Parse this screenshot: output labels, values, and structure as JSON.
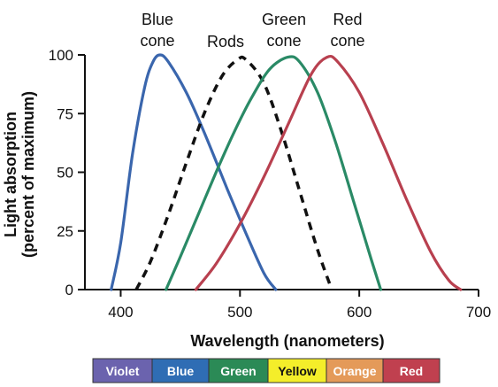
{
  "chart_data": {
    "type": "line",
    "xlabel": "Wavelength (nanometers)",
    "ylabel_line1": "Light absorption",
    "ylabel_line2": "(percent of maximum)",
    "xlim": [
      370,
      700
    ],
    "ylim": [
      0,
      100
    ],
    "xticks": [
      "400",
      "500",
      "600",
      "700"
    ],
    "yticks": [
      "0",
      "25",
      "50",
      "75",
      "100"
    ],
    "grid": false,
    "series": [
      {
        "name": "Blue cone",
        "color": "#3a66ad",
        "dash": false,
        "points": [
          [
            392,
            0
          ],
          [
            400,
            20
          ],
          [
            410,
            58
          ],
          [
            420,
            86
          ],
          [
            427,
            97
          ],
          [
            433,
            100
          ],
          [
            440,
            97
          ],
          [
            455,
            84
          ],
          [
            470,
            67
          ],
          [
            490,
            42
          ],
          [
            505,
            24
          ],
          [
            520,
            7
          ],
          [
            530,
            0
          ]
        ]
      },
      {
        "name": "Rods",
        "color": "#111111",
        "dash": true,
        "points": [
          [
            413,
            0
          ],
          [
            425,
            12
          ],
          [
            440,
            32
          ],
          [
            455,
            54
          ],
          [
            470,
            75
          ],
          [
            485,
            91
          ],
          [
            498,
            98
          ],
          [
            505,
            98
          ],
          [
            520,
            88
          ],
          [
            535,
            67
          ],
          [
            550,
            42
          ],
          [
            565,
            17
          ],
          [
            577,
            0
          ]
        ]
      },
      {
        "name": "Green cone",
        "color": "#2a8a66",
        "dash": false,
        "points": [
          [
            438,
            0
          ],
          [
            450,
            14
          ],
          [
            465,
            32
          ],
          [
            480,
            50
          ],
          [
            495,
            67
          ],
          [
            510,
            82
          ],
          [
            525,
            94
          ],
          [
            540,
            99
          ],
          [
            550,
            97
          ],
          [
            565,
            84
          ],
          [
            580,
            63
          ],
          [
            595,
            38
          ],
          [
            610,
            13
          ],
          [
            618,
            0
          ]
        ]
      },
      {
        "name": "Red cone",
        "color": "#b8404f",
        "dash": false,
        "points": [
          [
            463,
            0
          ],
          [
            480,
            11
          ],
          [
            500,
            28
          ],
          [
            520,
            48
          ],
          [
            540,
            70
          ],
          [
            560,
            92
          ],
          [
            573,
            99
          ],
          [
            582,
            97
          ],
          [
            600,
            84
          ],
          [
            620,
            62
          ],
          [
            640,
            38
          ],
          [
            660,
            16
          ],
          [
            675,
            4
          ],
          [
            685,
            0
          ]
        ]
      }
    ],
    "labels": [
      {
        "lines": [
          "Blue",
          "cone"
        ]
      },
      {
        "lines": [
          "Rods"
        ]
      },
      {
        "lines": [
          "Green",
          "cone"
        ]
      },
      {
        "lines": [
          "Red",
          "cone"
        ]
      }
    ],
    "color_bar": [
      {
        "label": "Violet",
        "fill": "#6b63ae",
        "text": "#ffffff"
      },
      {
        "label": "Blue",
        "fill": "#2f6db4",
        "text": "#ffffff"
      },
      {
        "label": "Green",
        "fill": "#2b8a56",
        "text": "#ffffff"
      },
      {
        "label": "Yellow",
        "fill": "#f4ee2a",
        "text": "#111111"
      },
      {
        "label": "Orange",
        "fill": "#e49a59",
        "text": "#ffffff"
      },
      {
        "label": "Red",
        "fill": "#c0404f",
        "text": "#ffffff"
      }
    ]
  }
}
